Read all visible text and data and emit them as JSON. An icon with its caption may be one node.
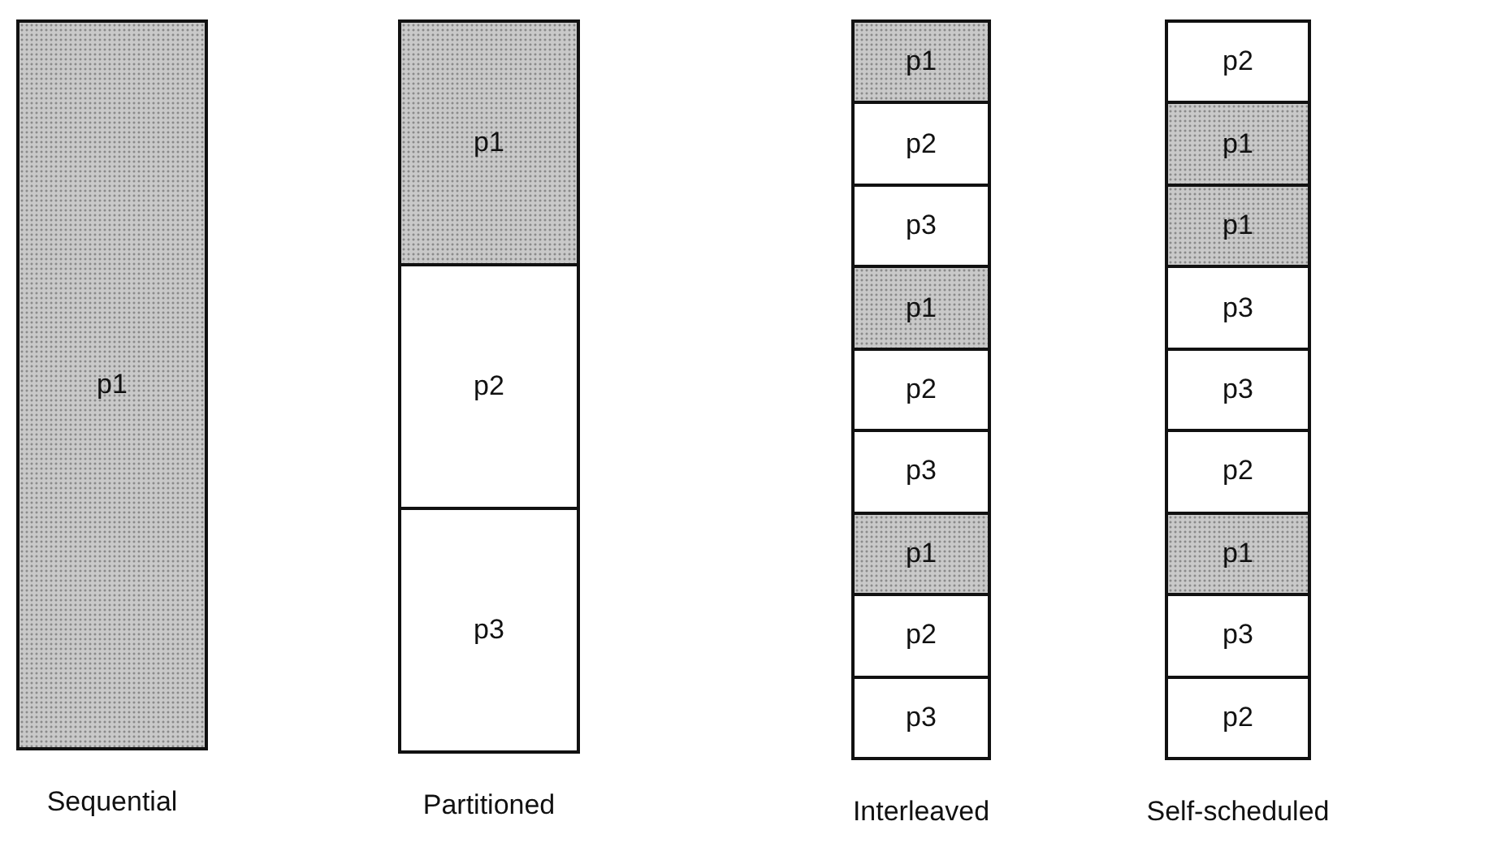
{
  "diagram": {
    "nodes": [
      {
        "text": [
          "Sequential"
        ]
      },
      {
        "text": [
          "p1"
        ],
        "in": 0
      },
      {
        "text": [
          "Partitioned"
        ]
      },
      {
        "text": [
          "p1"
        ],
        "in": 2
      },
      {
        "text": [
          "p2"
        ],
        "in": 2
      },
      {
        "text": [
          "p3"
        ],
        "in": 2
      },
      {
        "text": [
          "Interleaved"
        ]
      },
      {
        "text": [
          "p1"
        ],
        "in": 6
      },
      {
        "text": [
          "p2"
        ],
        "in": 6
      },
      {
        "text": [
          "p3"
        ],
        "in": 6
      },
      {
        "text": [
          "p1"
        ],
        "in": 6
      },
      {
        "text": [
          "p2"
        ],
        "in": 6
      },
      {
        "text": [
          "p3"
        ],
        "in": 6
      },
      {
        "text": [
          "p1"
        ],
        "in": 6
      },
      {
        "text": [
          "p2"
        ],
        "in": 6
      },
      {
        "text": [
          "p3"
        ],
        "in": 6
      },
      {
        "text": [
          "Self-scheduled"
        ]
      },
      {
        "text": [
          "p2"
        ],
        "in": 16
      },
      {
        "text": [
          "p1"
        ],
        "in": 16
      },
      {
        "text": [
          "p1"
        ],
        "in": 16
      },
      {
        "text": [
          "p3"
        ],
        "in": 16
      },
      {
        "text": [
          "p3"
        ],
        "in": 16
      },
      {
        "text": [
          "p2"
        ],
        "in": 16
      },
      {
        "text": [
          "p1"
        ],
        "in": 16
      },
      {
        "text": [
          "p3"
        ],
        "in": 16
      },
      {
        "text": [
          "p2"
        ],
        "in": 16
      }
    ]
  }
}
